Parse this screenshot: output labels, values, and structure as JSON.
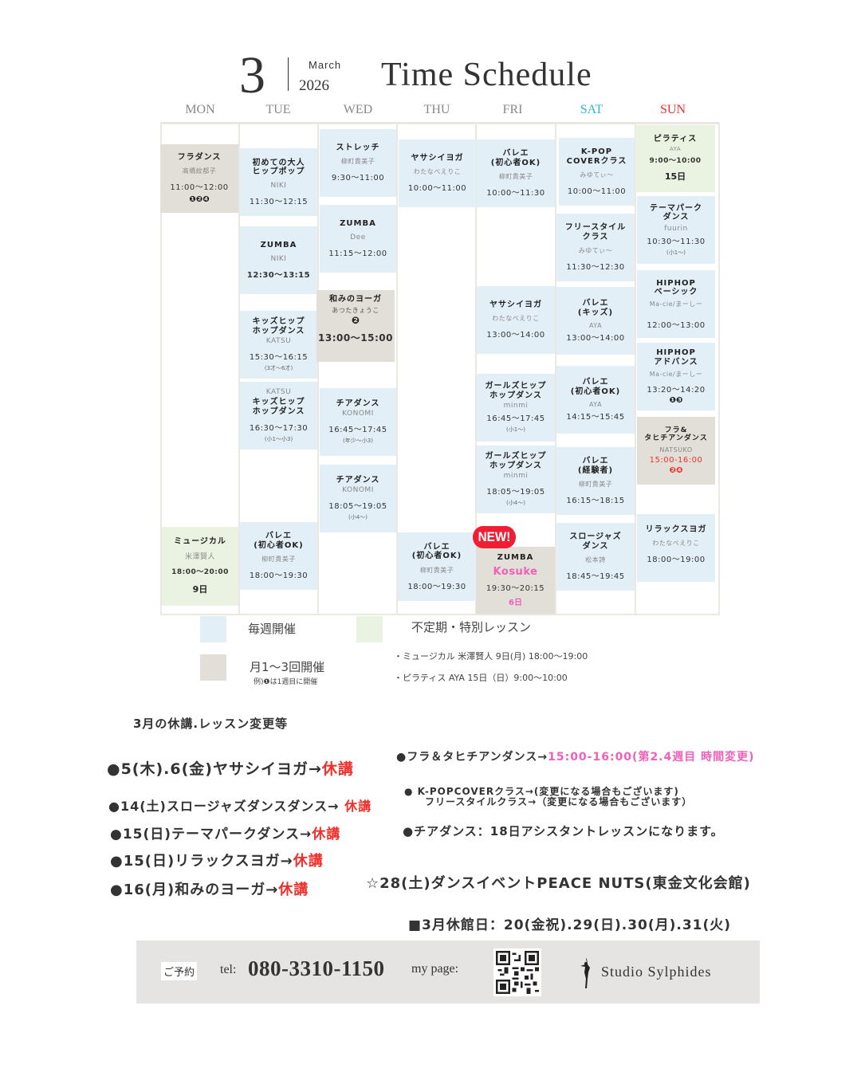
{
  "header": {
    "month_number": "3",
    "month_name": "March",
    "year": "2026",
    "title": "Time Schedule"
  },
  "days": [
    {
      "label": "MON",
      "color": "#888888"
    },
    {
      "label": "TUE",
      "color": "#888888"
    },
    {
      "label": "WED",
      "color": "#888888"
    },
    {
      "label": "THU",
      "color": "#888888"
    },
    {
      "label": "FRI",
      "color": "#888888"
    },
    {
      "label": "SAT",
      "color": "#29b6d8"
    },
    {
      "label": "SUN",
      "color": "#f0302a"
    }
  ],
  "classes": {
    "mon": [
      {
        "name": "フラダンス",
        "teacher": "髙橋紋都子",
        "time": "11:00〜12:00",
        "badge": "❶❷❹",
        "type": "monthly"
      },
      {
        "name": "ミュージカル",
        "teacher": "米澤賢人",
        "time": "18:00〜20:00",
        "day": "9日",
        "type": "special"
      }
    ],
    "tue": [
      {
        "name": "初めての大人\nヒップポップ",
        "teacher": "NIKI",
        "time": "11:30〜12:15",
        "type": "weekly"
      },
      {
        "name": "ZUMBA",
        "teacher": "NIKI",
        "time": "12:30〜13:15",
        "type": "weekly"
      },
      {
        "name": "キッズヒップ\nホップダンス",
        "teacher": "KATSU",
        "time": "15:30〜16:15",
        "note": "(3才〜6才)",
        "type": "weekly"
      },
      {
        "name": "キッズヒップ\nホップダンス",
        "teacher": "KATSU",
        "time": "16:30〜17:30",
        "note": "(小1〜小3)",
        "type": "weekly"
      },
      {
        "name": "バレエ\n(初心者OK)",
        "teacher": "柳町貴美子",
        "time": "18:00〜19:30",
        "type": "weekly"
      }
    ],
    "wed": [
      {
        "name": "ストレッチ",
        "teacher": "柳町貴美子",
        "time": "9:30〜11:00",
        "type": "weekly"
      },
      {
        "name": "ZUMBA",
        "teacher": "Dee",
        "time": "11:15〜12:00",
        "type": "weekly"
      },
      {
        "name": "和みのヨーガ",
        "teacher": "あつたきょうこ",
        "badge": "❷",
        "time": "13:00〜15:00",
        "type": "monthly"
      },
      {
        "name": "チアダンス",
        "teacher": "KONOMI",
        "time": "16:45〜17:45",
        "note": "(年少〜小3)",
        "type": "weekly"
      },
      {
        "name": "チアダンス",
        "teacher": "KONOMI",
        "time": "18:05〜19:05",
        "note": "(小4〜)",
        "type": "weekly"
      }
    ],
    "thu": [
      {
        "name": "ヤサシイヨガ",
        "teacher": "わたなべえりこ",
        "time": "10:00〜11:00",
        "type": "weekly"
      },
      {
        "name": "バレエ\n(初心者OK)",
        "teacher": "柳町貴美子",
        "time": "18:00〜19:30",
        "type": "weekly"
      }
    ],
    "fri": [
      {
        "name": "バレエ\n(初心者OK)",
        "teacher": "柳町貴美子",
        "time": "10:00〜11:30",
        "type": "weekly"
      },
      {
        "name": "ヤサシイヨガ",
        "teacher": "わたなべえりこ",
        "time": "13:00〜14:00",
        "type": "weekly"
      },
      {
        "name": "ガールズヒップ\nホップダンス",
        "teacher": "minmi",
        "time": "16:45〜17:45",
        "note": "(小1〜)",
        "type": "weekly"
      },
      {
        "name": "ガールズヒップ\nホップダンス",
        "teacher": "minmi",
        "time": "18:05〜19:05",
        "note": "(小4〜)",
        "type": "weekly"
      },
      {
        "name": "ZUMBA",
        "teacher": "Kosuke",
        "time": "19:30〜20:15",
        "day": "6日",
        "type": "monthly",
        "new_label": "NEW!"
      }
    ],
    "sat": [
      {
        "name": "K-POP\nCOVERクラス",
        "teacher": "みゆてぃ〜",
        "time": "10:00〜11:00",
        "type": "weekly"
      },
      {
        "name": "フリースタイル\nクラス",
        "teacher": "みゆてぃ〜",
        "time": "11:30〜12:30",
        "type": "weekly"
      },
      {
        "name": "バレエ\n(キッズ)",
        "teacher": "AYA",
        "time": "13:00〜14:00",
        "type": "weekly"
      },
      {
        "name": "バレエ\n(初心者OK)",
        "teacher": "AYA",
        "time": "14:15〜15:45",
        "type": "weekly"
      },
      {
        "name": "バレエ\n(経験者)",
        "teacher": "柳町貴美子",
        "time": "16:15〜18:15",
        "type": "weekly"
      },
      {
        "name": "スロージャズ\nダンス",
        "teacher": "松本詩",
        "time": "18:45〜19:45",
        "type": "weekly"
      }
    ],
    "sun": [
      {
        "name": "ピラティス",
        "teacher": "AYA",
        "time": "9:00〜10:00",
        "day": "15日",
        "type": "special"
      },
      {
        "name": "テーマパーク\nダンス",
        "teacher": "fuurin",
        "time": "10:30〜11:30",
        "note": "(小1〜)",
        "type": "weekly"
      },
      {
        "name": "HIPHOP\nベーシック",
        "teacher": "Ma-cie/まーしー",
        "time": "12:00〜13:00",
        "type": "weekly"
      },
      {
        "name": "HIPHOP\nアドバンス",
        "teacher": "Ma-cie/まーしー",
        "time": "13:20〜14:20",
        "badge": "❶❸",
        "type": "weekly"
      },
      {
        "name": "フラ&\nタヒチアンダンス",
        "teacher": "NATSUKO",
        "time": "15:00-16:00",
        "badge": "❷❹",
        "type": "monthly"
      },
      {
        "name": "リラックスヨガ",
        "teacher": "わたなべえりこ",
        "time": "18:00〜19:00",
        "type": "weekly"
      }
    ]
  },
  "legend": {
    "weekly": {
      "label": "毎週開催",
      "color": "#e3eff6"
    },
    "special": {
      "label": "不定期・特別レッスン",
      "color": "#eaf3e2"
    },
    "monthly": {
      "label": "月1〜3回開催",
      "sub": "例)❶は1週目に開催",
      "color": "#e2dfd8"
    },
    "special_notes": [
      "・ミュージカル 米澤賢人  9日(月) 18:00〜19:00",
      "・ピラティス AYA    15日（日）9:00〜10:00"
    ]
  },
  "notices": {
    "title": "3月の休講.レッスン変更等",
    "cancel_word": "休講",
    "left": [
      {
        "text": "●5(木).6(金)ヤサシイヨガ→"
      },
      {
        "text": "●14(土)スロージャズダンスダンス→ "
      },
      {
        "text": "●15(日)テーマパークダンス→"
      },
      {
        "text": "●15(日)リラックスヨガ→"
      },
      {
        "text": "●16(月)和みのヨーガ→"
      }
    ],
    "hula_change": {
      "text": "●フラ＆タヒチアンダンス→",
      "highlight": "15:00-16:00(第2.4週目 時間変更)"
    },
    "kpop_line1": "●   K-POPCOVERクラス→(変更になる場合もございます)",
    "kpop_line2": "フリースタイルクラス→（変更になる場合もございます）",
    "cheer": "●チアダンス：18日アシスタントレッスンになります。",
    "event": "☆28(土)ダンスイベントPEACE NUTS(東金文化会館)",
    "closed": "■3月休館日：20(金祝).29(日).30(月).31(火)"
  },
  "footer": {
    "reserve_label": "ご予約",
    "tel_label": "tel:",
    "tel": "080-3310-1150",
    "mypage_label": "my page:",
    "studio_name": "Studio Sylphides"
  }
}
